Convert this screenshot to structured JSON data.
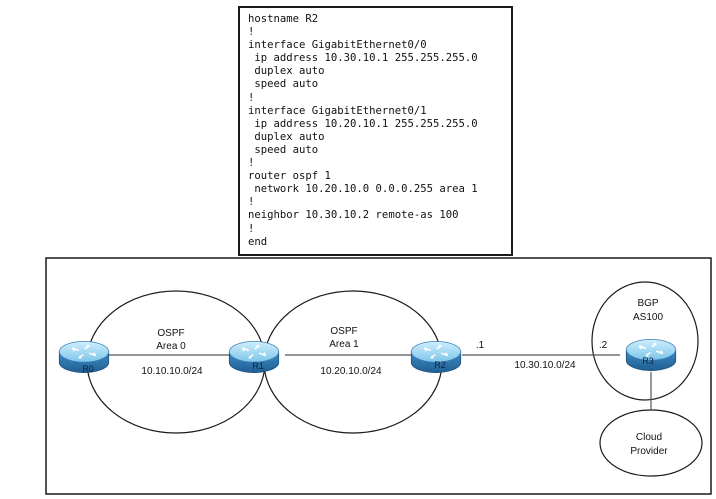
{
  "config": {
    "lines": [
      "hostname R2",
      "!",
      "interface GigabitEthernet0/0",
      " ip address 10.30.10.1 255.255.255.0",
      " duplex auto",
      " speed auto",
      "!",
      "interface GigabitEthernet0/1",
      " ip address 10.20.10.1 255.255.255.0",
      " duplex auto",
      " speed auto",
      "!",
      "router ospf 1",
      " network 10.20.10.0 0.0.0.255 area 1",
      "!",
      "neighbor 10.30.10.2 remote-as 100",
      "!",
      "end"
    ]
  },
  "diagram": {
    "routers": {
      "r0": "R0",
      "r1": "R1",
      "r2": "R2",
      "r3": "R3"
    },
    "areas": {
      "ospf0": {
        "line1": "OSPF",
        "line2": "Area 0"
      },
      "ospf1": {
        "line1": "OSPF",
        "line2": "Area 1"
      },
      "bgp": {
        "line1": "BGP",
        "line2": "AS100"
      }
    },
    "subnets": {
      "s1": "10.10.10.0/24",
      "s2": "10.20.10.0/24",
      "s3": "10.30.10.0/24"
    },
    "interfaces": {
      "r2_side": ".1",
      "r3_side": ".2"
    },
    "cloud": {
      "line1": "Cloud",
      "line2": "Provider"
    },
    "colors": {
      "router_light": "#8fd0f0",
      "router_dark": "#2b6fa8",
      "outline": "#1a1a1a"
    }
  }
}
